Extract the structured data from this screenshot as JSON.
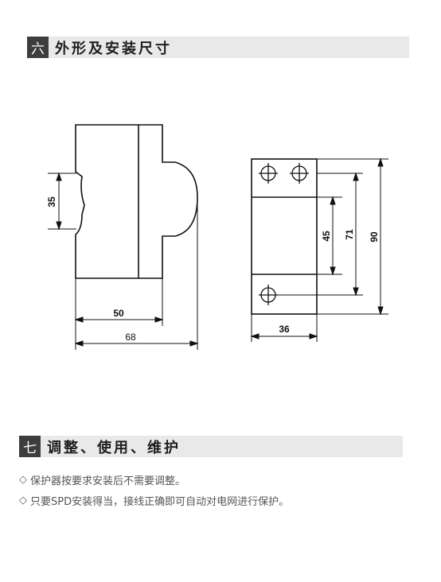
{
  "section6": {
    "number": "六",
    "title": "外形及安装尺寸"
  },
  "drawing": {
    "side_view": {
      "dim_height": "35",
      "dim_width_inner": "50",
      "dim_width_outer": "68"
    },
    "front_view": {
      "dim_width": "36",
      "dim_hole_a": "45",
      "dim_hole_b": "71",
      "dim_height": "90"
    }
  },
  "section7": {
    "number": "七",
    "title": "调整、使用、维护"
  },
  "notes": [
    {
      "mark": "◇",
      "text": "保护器按要求安装后不需要调整。"
    },
    {
      "mark": "◇",
      "text": "只要SPD安装得当，接线正确即可自动对电网进行保护。"
    }
  ]
}
